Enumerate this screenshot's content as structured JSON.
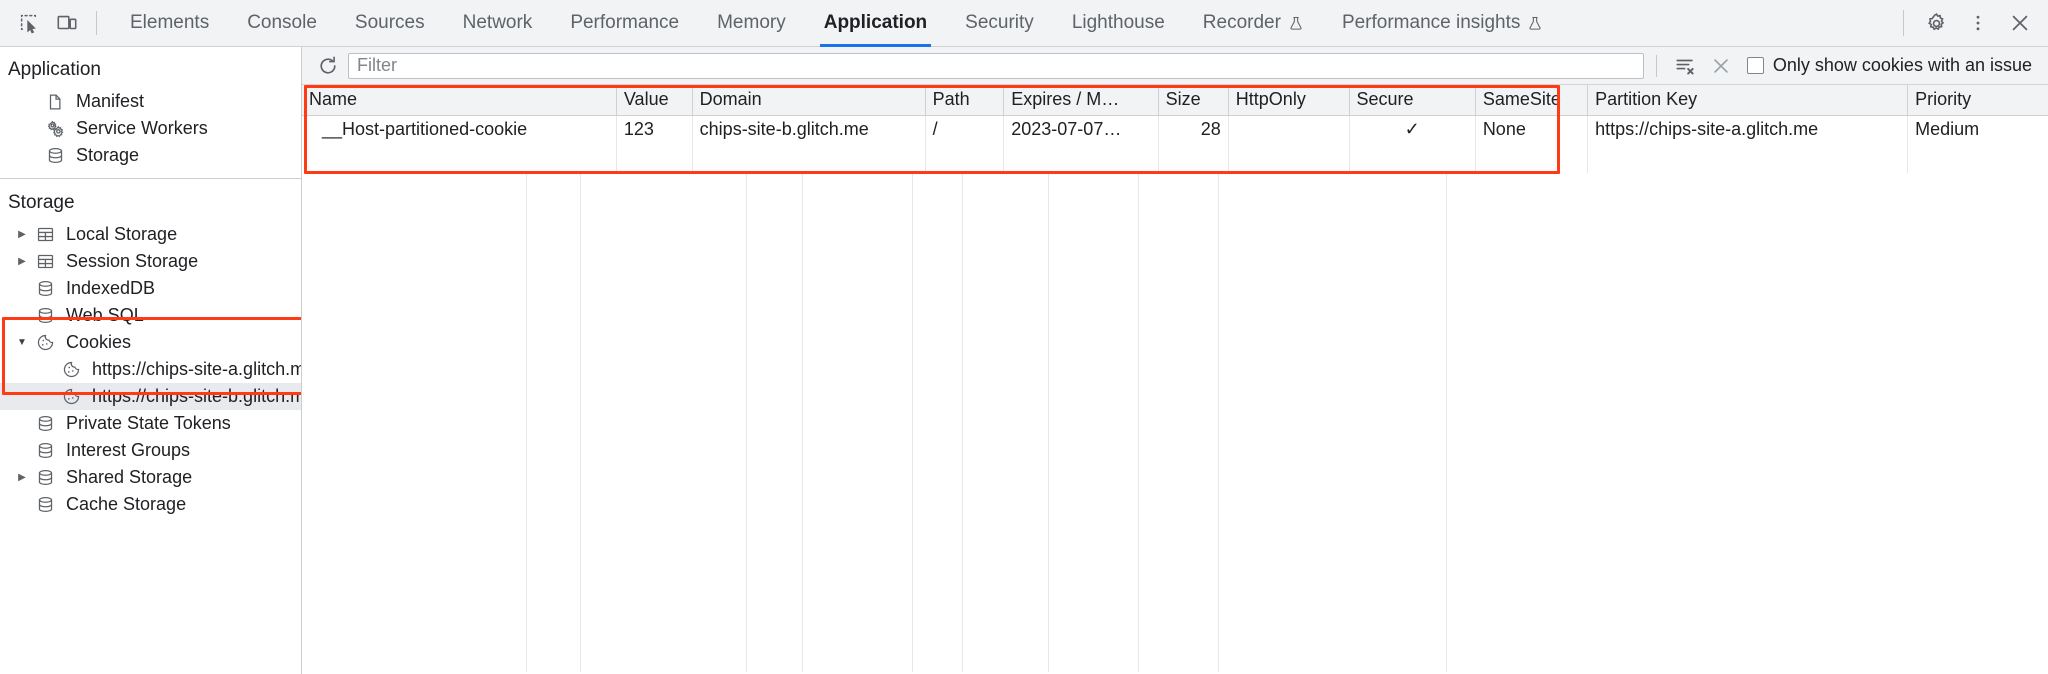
{
  "toolbar": {
    "inspect_icon": "inspect-element-icon",
    "device_icon": "device-toolbar-icon",
    "tabs": [
      {
        "label": "Elements",
        "active": false,
        "experimental": false
      },
      {
        "label": "Console",
        "active": false,
        "experimental": false
      },
      {
        "label": "Sources",
        "active": false,
        "experimental": false
      },
      {
        "label": "Network",
        "active": false,
        "experimental": false
      },
      {
        "label": "Performance",
        "active": false,
        "experimental": false
      },
      {
        "label": "Memory",
        "active": false,
        "experimental": false
      },
      {
        "label": "Application",
        "active": true,
        "experimental": false
      },
      {
        "label": "Security",
        "active": false,
        "experimental": false
      },
      {
        "label": "Lighthouse",
        "active": false,
        "experimental": false
      },
      {
        "label": "Recorder",
        "active": false,
        "experimental": true
      },
      {
        "label": "Performance insights",
        "active": false,
        "experimental": true
      }
    ],
    "settings_icon": "gear-icon",
    "more_icon": "kebab-menu-icon",
    "close_icon": "close-icon",
    "active_tab_underline_color": "#1a73e8"
  },
  "sidebar": {
    "application": {
      "title": "Application",
      "items": [
        {
          "label": "Manifest",
          "icon": "manifest-document-icon",
          "twisty": "none",
          "selected": false
        },
        {
          "label": "Service Workers",
          "icon": "service-workers-gears-icon",
          "twisty": "none",
          "selected": false
        },
        {
          "label": "Storage",
          "icon": "database-icon",
          "twisty": "none",
          "selected": false
        }
      ]
    },
    "storage": {
      "title": "Storage",
      "items": [
        {
          "label": "Local Storage",
          "icon": "table-grid-icon",
          "twisty": "collapsed",
          "selected": false,
          "indent": 0
        },
        {
          "label": "Session Storage",
          "icon": "table-grid-icon",
          "twisty": "collapsed",
          "selected": false,
          "indent": 0
        },
        {
          "label": "IndexedDB",
          "icon": "database-icon",
          "twisty": "none",
          "selected": false,
          "indent": 0
        },
        {
          "label": "Web SQL",
          "icon": "database-icon",
          "twisty": "none",
          "selected": false,
          "indent": 0
        },
        {
          "label": "Cookies",
          "icon": "cookie-icon",
          "twisty": "expanded",
          "selected": false,
          "indent": 0
        },
        {
          "label": "https://chips-site-a.glitch.me",
          "icon": "cookie-icon",
          "twisty": "none",
          "selected": false,
          "indent": 1
        },
        {
          "label": "https://chips-site-b.glitch.me",
          "icon": "cookie-icon",
          "twisty": "none",
          "selected": true,
          "indent": 1
        },
        {
          "label": "Private State Tokens",
          "icon": "database-icon",
          "twisty": "none",
          "selected": false,
          "indent": 0
        },
        {
          "label": "Interest Groups",
          "icon": "database-icon",
          "twisty": "none",
          "selected": false,
          "indent": 0
        },
        {
          "label": "Shared Storage",
          "icon": "database-icon",
          "twisty": "collapsed",
          "selected": false,
          "indent": 0
        },
        {
          "label": "Cache Storage",
          "icon": "database-icon",
          "twisty": "none",
          "selected": false,
          "indent": 0
        }
      ]
    }
  },
  "filterbar": {
    "refresh_icon": "refresh-icon",
    "filter_value": "",
    "filter_placeholder": "Filter",
    "clear_filtered_icon": "clear-filtered-cookies-icon",
    "clear_all_icon": "clear-all-cookies-icon",
    "checkbox_label": "Only show cookies with an issue",
    "checkbox_checked": false
  },
  "table": {
    "columns": [
      "Name",
      "Value",
      "Domain",
      "Path",
      "Expires / M…",
      "Size",
      "HttpOnly",
      "Secure",
      "SameSite",
      "Partition Key",
      "Priority"
    ],
    "rows": [
      {
        "Name": "__Host-partitioned-cookie",
        "Value": "123",
        "Domain": "chips-site-b.glitch.me",
        "Path": "/",
        "Expires / M…": "2023-07-07…",
        "Size": "28",
        "HttpOnly": "",
        "Secure": "✓",
        "SameSite": "None",
        "Partition Key": "https://chips-site-a.glitch.me",
        "Priority": "Medium"
      }
    ]
  },
  "annotations": {
    "color": "#ff3b15",
    "boxes": [
      {
        "name": "cookies-tree-highlight"
      },
      {
        "name": "cookies-table-highlight"
      }
    ]
  }
}
